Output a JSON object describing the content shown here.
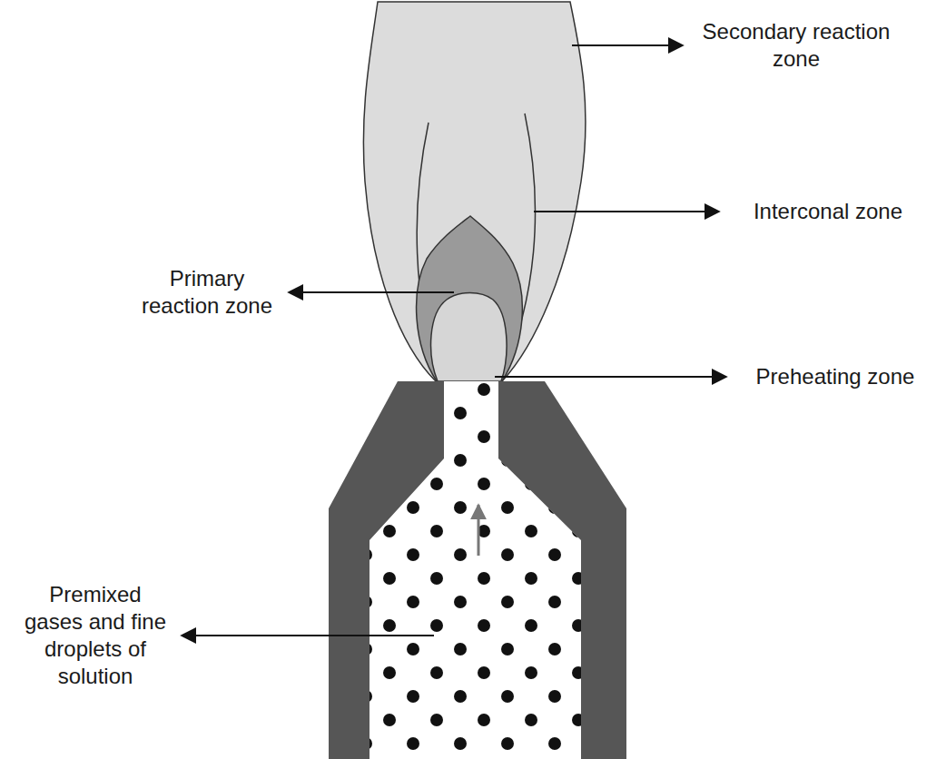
{
  "diagram": {
    "labels": [
      "Secondary reaction zone",
      "Interconal zone",
      "Primary reaction zone",
      "Preheating zone",
      "Premixed gases and fine droplets of solution"
    ]
  }
}
